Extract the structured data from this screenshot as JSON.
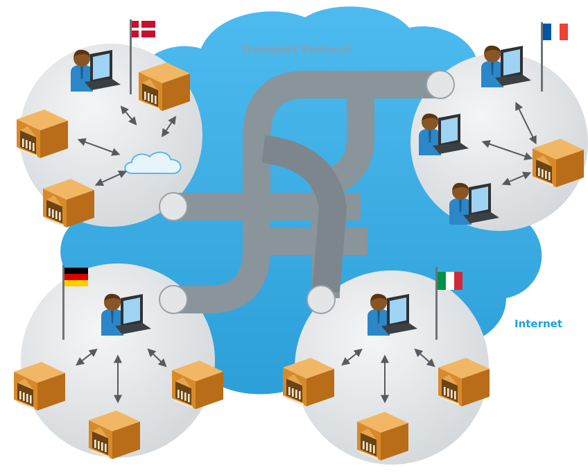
{
  "labels": {
    "transport_protocol": "Transport Protocol",
    "internet": "Internet"
  },
  "colors": {
    "cloud": "#3aaee6",
    "cloud_label": "#8aa0ad",
    "internet_label": "#1aa2dc",
    "pipe": "#8a949b",
    "bubble": "#e6e8ea",
    "box": "#d98b2a",
    "person_shirt": "#2b87c8",
    "laptop": "#2f3235"
  },
  "flags": [
    "Denmark",
    "France",
    "Germany",
    "Italy"
  ],
  "nodes": [
    {
      "name": "denmark-node",
      "people": 1,
      "buildings": 3,
      "local_cloud": true
    },
    {
      "name": "france-node",
      "people": 3,
      "buildings": 1,
      "local_cloud": false
    },
    {
      "name": "germany-node",
      "people": 1,
      "buildings": 3,
      "local_cloud": false
    },
    {
      "name": "italy-node",
      "people": 1,
      "buildings": 3,
      "local_cloud": false
    }
  ]
}
